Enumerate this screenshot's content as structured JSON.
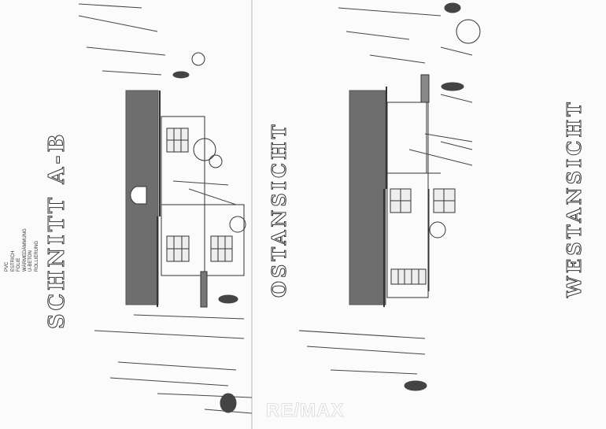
{
  "section_title": "SCHNITT A-B",
  "east_title": "OSTANSICHT",
  "west_title": "WESTANSICHT",
  "legend": [
    "PVC",
    "ESTRICH",
    "FOLIE",
    "WÄRMEDÄMMUNG",
    "U-BETON",
    "ROLLIERUNG"
  ],
  "watermark": "RE/MAX",
  "colors": {
    "roof": "#6e6e6e",
    "line": "#333333",
    "paper": "#fbfbfb"
  }
}
